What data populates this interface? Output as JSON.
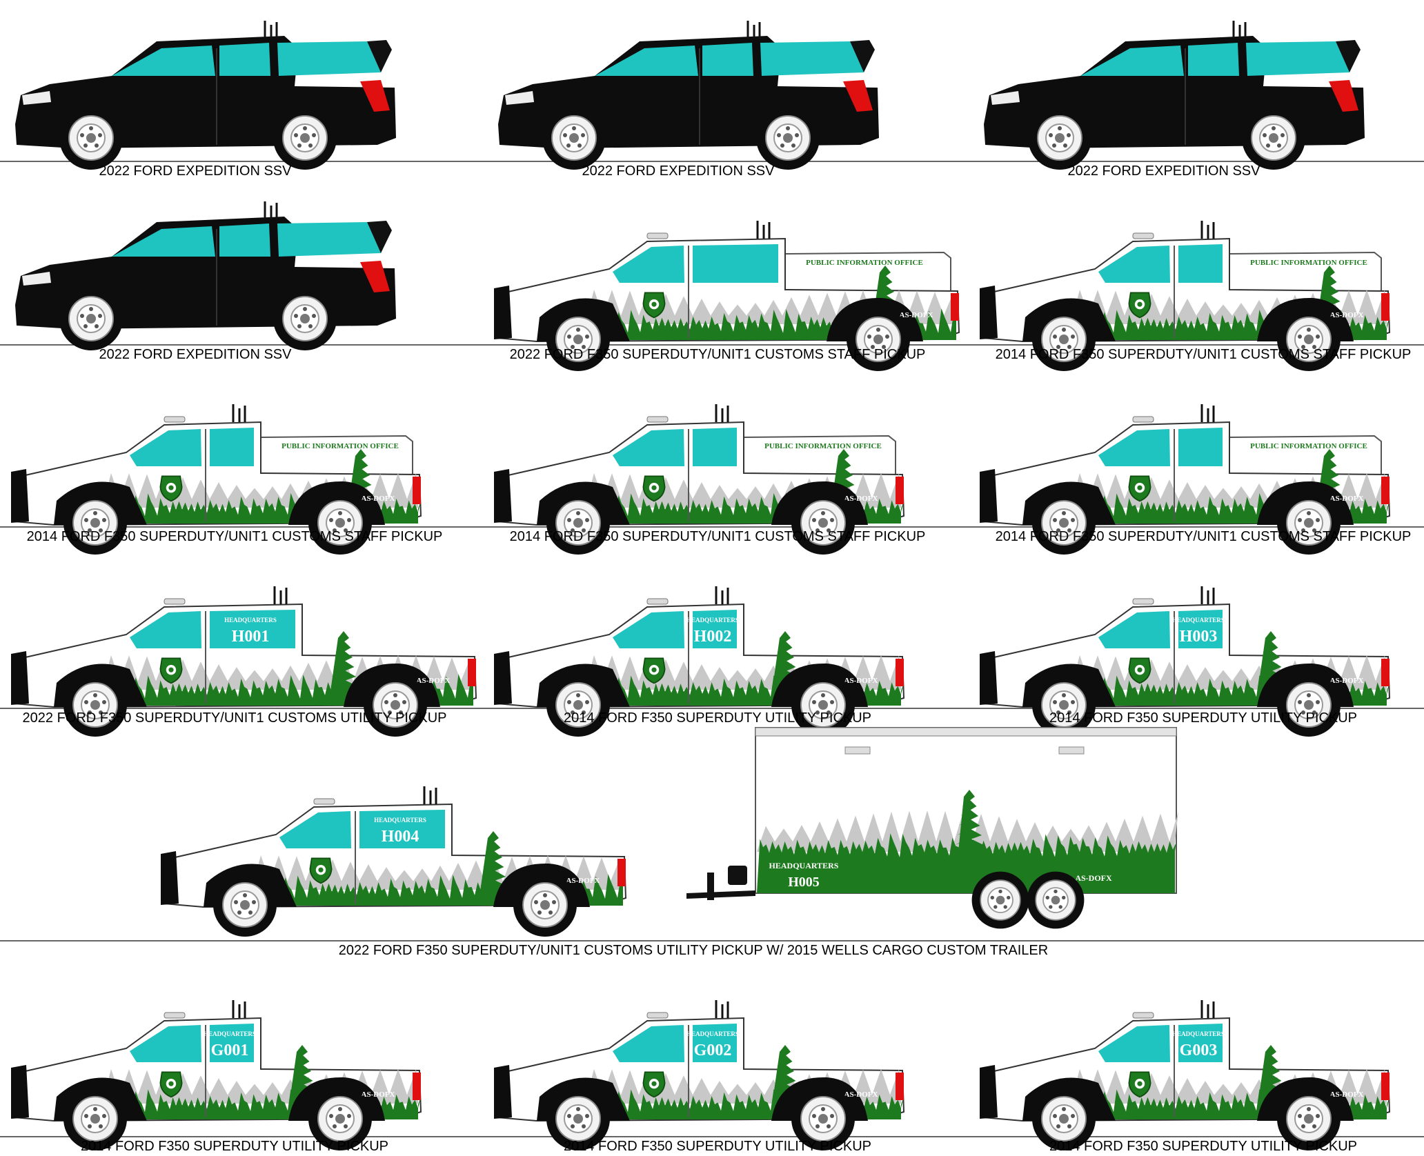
{
  "rows": [
    {
      "items": [
        {
          "type": "suv",
          "caption": "2022 FORD EXPEDITION SSV"
        },
        {
          "type": "suv",
          "caption": "2022 FORD EXPEDITION SSV"
        },
        {
          "type": "suv",
          "caption": "2022 FORD EXPEDITION SSV"
        }
      ]
    },
    {
      "items": [
        {
          "type": "suv",
          "caption": "2022 FORD EXPEDITION SSV"
        },
        {
          "type": "pickup2022-cap",
          "caption": "2022 FORD F350 SUPERDUTY/UNIT1 CUSTOMS STAFF PICKUP",
          "office": "PUBLIC INFORMATION OFFICE",
          "agency": "AS-DOFX"
        },
        {
          "type": "pickup2014-cap",
          "caption": "2014 FORD F350 SUPERDUTY/UNIT1 CUSTOMS STAFF PICKUP",
          "office": "PUBLIC INFORMATION OFFICE",
          "agency": "AS-DOFX"
        }
      ]
    },
    {
      "items": [
        {
          "type": "pickup2014-cap",
          "caption": "2014 FORD F350 SUPERDUTY/UNIT1 CUSTOMS STAFF PICKUP",
          "office": "PUBLIC INFORMATION OFFICE",
          "agency": "AS-DOFX"
        },
        {
          "type": "pickup2014-cap",
          "caption": "2014 FORD F350 SUPERDUTY/UNIT1 CUSTOMS STAFF PICKUP",
          "office": "PUBLIC INFORMATION OFFICE",
          "agency": "AS-DOFX"
        },
        {
          "type": "pickup2014-cap",
          "caption": "2014 FORD F350 SUPERDUTY/UNIT1 CUSTOMS STAFF PICKUP",
          "office": "PUBLIC INFORMATION OFFICE",
          "agency": "AS-DOFX"
        }
      ]
    },
    {
      "items": [
        {
          "type": "pickup2022-bed",
          "caption": "2022 FORD F350 SUPERDUTY/UNIT1 CUSTOMS UTILITY PICKUP",
          "division": "HEADQUARTERS",
          "unit": "H001",
          "agency": "AS-DOFX"
        },
        {
          "type": "pickup2014-bed",
          "caption": "2014 FORD F350 SUPERDUTY UTILITY PICKUP",
          "division": "HEADQUARTERS",
          "unit": "H002",
          "agency": "AS-DOFX"
        },
        {
          "type": "pickup2014-bed",
          "caption": "2014 FORD F350 SUPERDUTY UTILITY PICKUP",
          "division": "HEADQUARTERS",
          "unit": "H003",
          "agency": "AS-DOFX"
        }
      ]
    },
    {
      "items": [
        {
          "type": "pickup-trailer",
          "caption": "2022 FORD F350 SUPERDUTY/UNIT1 CUSTOMS UTILITY PICKUP W/ 2015 WELLS CARGO CUSTOM TRAILER",
          "division": "HEADQUARTERS",
          "unit": "H004",
          "agency": "AS-DOFX",
          "trailer_division": "HEADQUARTERS",
          "trailer_unit": "H005",
          "trailer_agency": "AS-DOFX"
        }
      ]
    },
    {
      "items": [
        {
          "type": "pickup2014-bed",
          "caption": "2014 FORD F350 SUPERDUTY UTILITY PICKUP",
          "division": "HEADQUARTERS",
          "unit": "G001",
          "agency": "AS-DOFX"
        },
        {
          "type": "pickup2014-bed",
          "caption": "2014 FORD F350 SUPERDUTY UTILITY PICKUP",
          "division": "HEADQUARTERS",
          "unit": "G002",
          "agency": "AS-DOFX"
        },
        {
          "type": "pickup2014-bed",
          "caption": "2014 FORD F350 SUPERDUTY UTILITY PICKUP",
          "division": "HEADQUARTERS",
          "unit": "G003",
          "agency": "AS-DOFX"
        }
      ]
    }
  ],
  "colors": {
    "glass": "#1fc3c0",
    "body_black": "#0d0d0d",
    "body_white": "#ffffff",
    "forest": "#1e7a1e",
    "mountain": "#c8c8c8",
    "taillight": "#e01010"
  },
  "icons": [
    "shield-badge-icon",
    "antenna-icon",
    "lightbar-icon",
    "tree-icon"
  ]
}
